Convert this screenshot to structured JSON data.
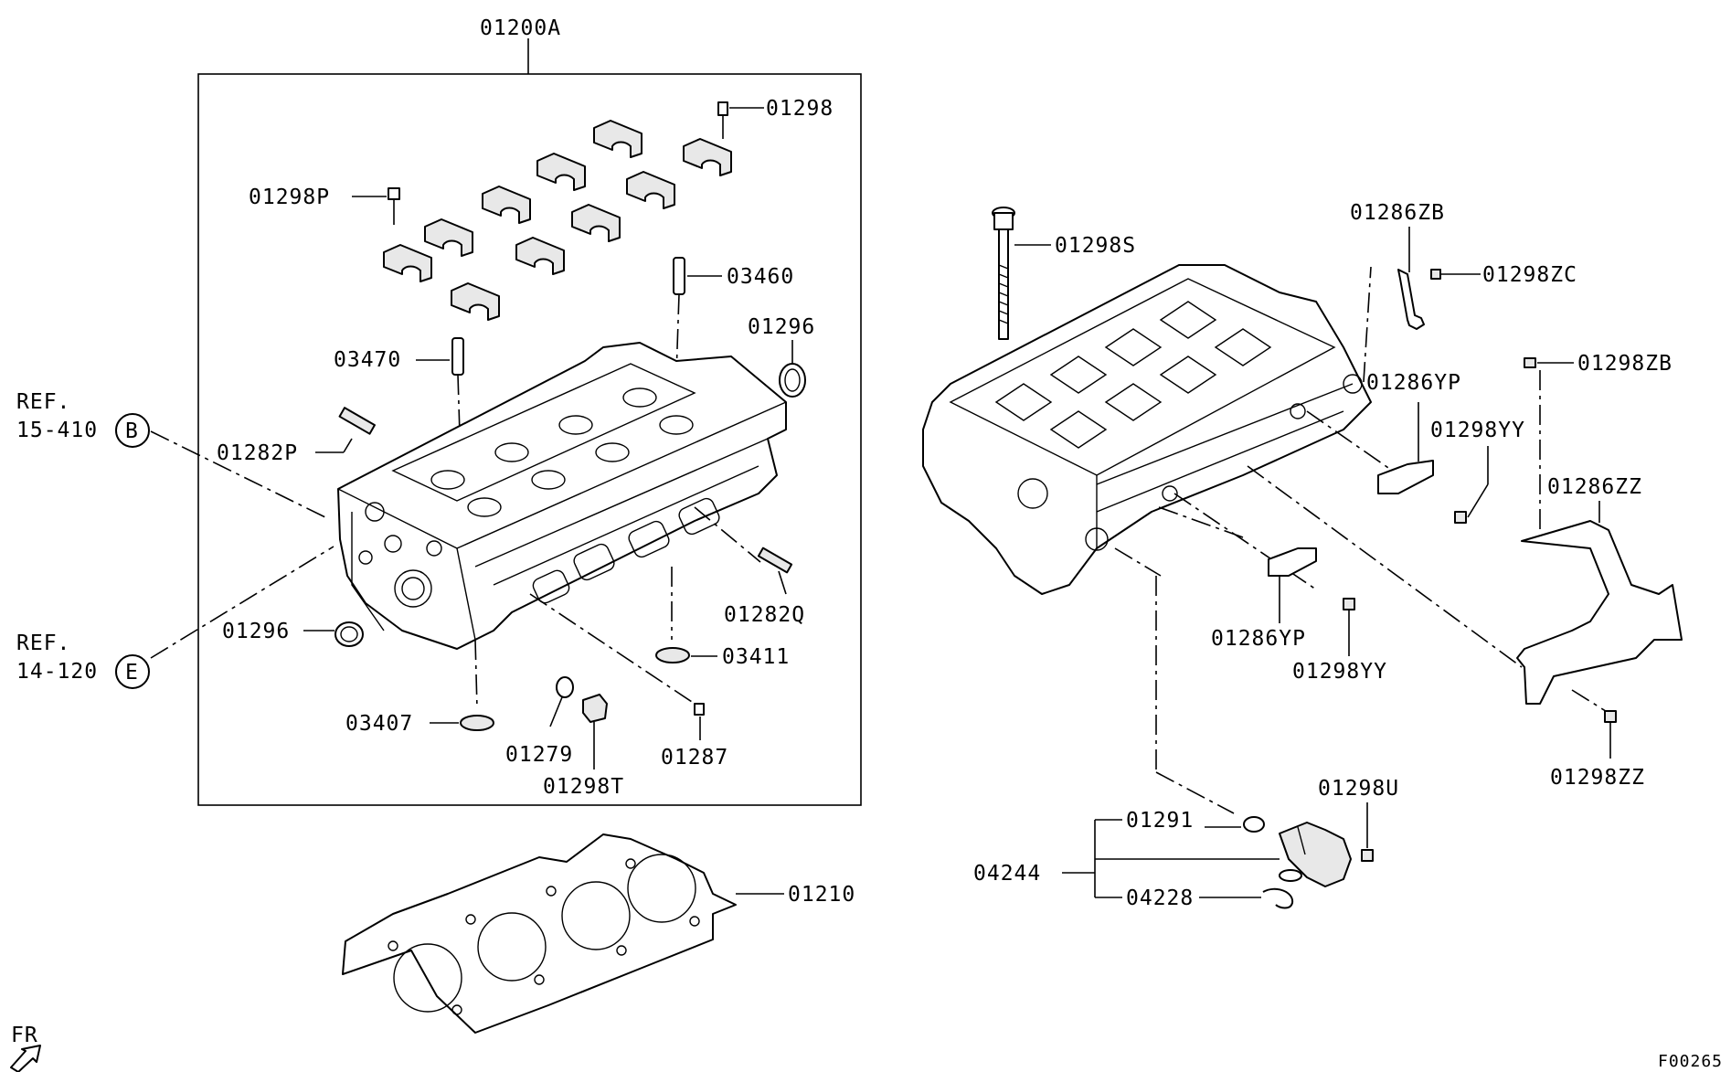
{
  "labels": {
    "main_assembly": "01200A",
    "bolt_cap_top": "01298",
    "bolt_cap_left": "01298P",
    "dowel_right": "03460",
    "dowel_left": "03470",
    "plug_right": "01296",
    "plug_left": "01296",
    "stud_left": "01282P",
    "stud_right": "01282Q",
    "seal_right": "03411",
    "seal_left": "03407",
    "washer": "01279",
    "plug_bolt": "01298T",
    "pin": "01287",
    "gasket": "01210",
    "head_bolt": "01298S",
    "bracket_zb": "01286ZB",
    "bolt_zc": "01298ZC",
    "bolt_zb": "01298ZB",
    "bracket_yp_top": "01286YP",
    "bolt_yy_top": "01298YY",
    "bracket_zz": "01286ZZ",
    "bracket_yp_bottom": "01286YP",
    "bolt_yy_bottom": "01298YY",
    "bolt_zz": "01298ZZ",
    "oring": "01291",
    "bolt_u": "01298U",
    "valve_assy": "04244",
    "clip": "04228",
    "fig_code": "F00265",
    "front_marker": "FR"
  },
  "refs": [
    {
      "text_line1": "REF.",
      "text_line2": "15-410",
      "circle": "B"
    },
    {
      "text_line1": "REF.",
      "text_line2": "14-120",
      "circle": "E"
    }
  ],
  "colors": {
    "line": "#000000",
    "background": "#ffffff",
    "shade": "#e8e8e8"
  }
}
